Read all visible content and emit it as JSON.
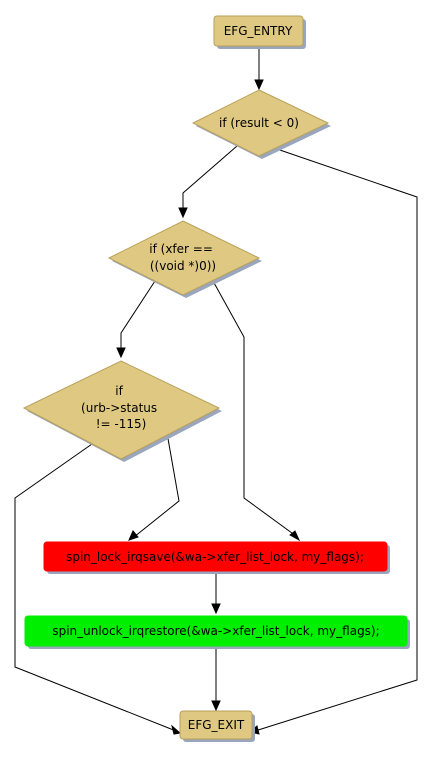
{
  "colors": {
    "node_fill": "#dfc982",
    "node_stroke": "#b8a05a",
    "highlight_red": "#ff0000",
    "highlight_green": "#00ee00",
    "shadow": "#9aa6bd"
  },
  "nodes": {
    "entry": {
      "lines": [
        "EFG_ENTRY"
      ]
    },
    "cond_result": {
      "lines": [
        "if (result < 0)"
      ]
    },
    "cond_xfer": {
      "lines": [
        "if (xfer ==",
        "((void *)0))"
      ]
    },
    "cond_urb": {
      "lines": [
        "if",
        "(urb->status",
        "!= -115)"
      ]
    },
    "spin_lock": {
      "lines": [
        "spin_lock_irqsave(&wa->xfer_list_lock, my_flags);"
      ]
    },
    "spin_unlock": {
      "lines": [
        "spin_unlock_irqrestore(&wa->xfer_list_lock, my_flags);"
      ]
    },
    "exit": {
      "lines": [
        "EFG_EXIT"
      ]
    }
  }
}
